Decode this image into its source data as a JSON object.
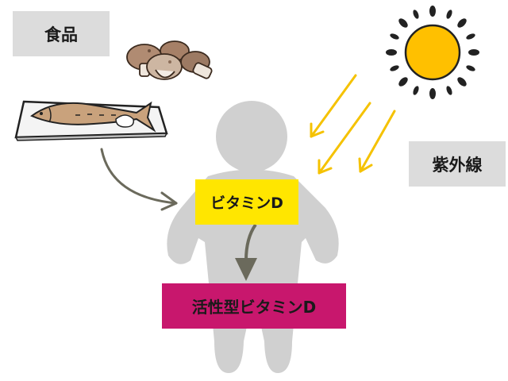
{
  "labels": {
    "food": "食品",
    "uv": "紫外線",
    "vitamin_d": "ビタミンD",
    "active_vitamin_d": "活性型ビタミンD"
  },
  "colors": {
    "figure": "#d0d0d0",
    "label_gray": "#dcdcdc",
    "vitamin_yellow": "#ffe600",
    "active_magenta": "#c8176d",
    "sun": "#ffc000",
    "ray": "#f5c200",
    "arrow": "#6b6a5c",
    "fish": "#c9a27c"
  },
  "icons": [
    "sun-icon",
    "mushrooms-icon",
    "fish-plate-icon",
    "person-silhouette-icon",
    "uv-ray-arrow-icon",
    "curved-arrow-icon",
    "down-arrow-icon"
  ]
}
